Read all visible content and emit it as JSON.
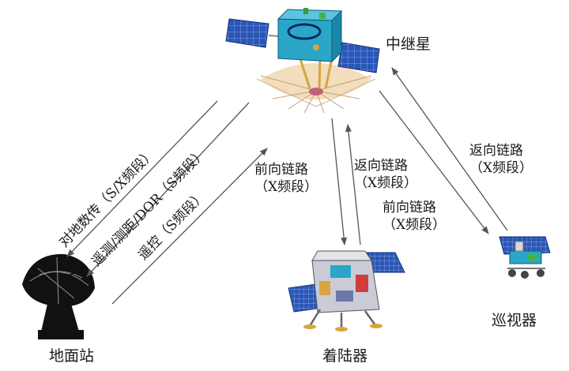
{
  "nodes": {
    "relay_satellite": "中继星",
    "ground_station": "地面站",
    "lander": "着陆器",
    "rover": "巡视器"
  },
  "links": {
    "ground_downlink": "对地数传（S/X频段）",
    "ground_tt": "遥测/测距/DOR（S频段）",
    "ground_uplink": "遥控（S频段）",
    "lander_forward": [
      "前向链路",
      "（X频段）"
    ],
    "lander_return": [
      "返向链路",
      "（X频段）"
    ],
    "rover_forward": [
      "前向链路",
      "（X频段）"
    ],
    "rover_return": [
      "返向链路",
      "（X频段）"
    ]
  },
  "colors": {
    "panel_blue": "#1f4aa8",
    "bus_cyan": "#2aa6c9",
    "antenna_tan": "#e8c9a0",
    "gold": "#d9a441",
    "dish_black": "#111111"
  }
}
